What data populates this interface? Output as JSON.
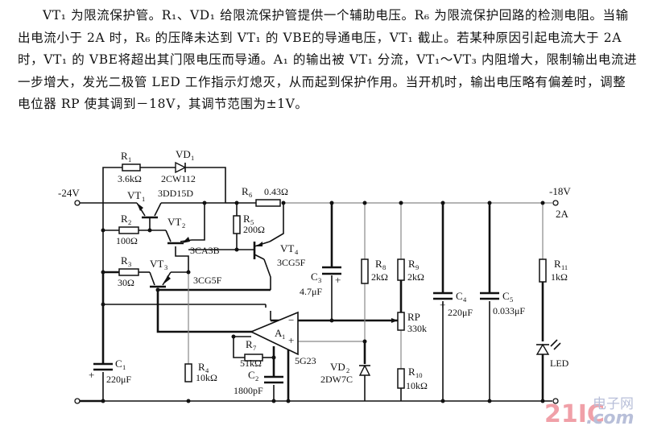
{
  "description": {
    "lines": [
      "VT₁ 为限流保护管。R₁、VD₁ 给限流保护管提供一个辅助电压。R₆ 为限流保护回路的检测电阻。当输出电流小于 2A 时，R₆ 的压降未达到 VT₁ 的 VBE的导通电压，VT₁ 截止。若某种原因引起电流大于 2A 时，VT₁ 的 VBE将超出其门限电压而导通。A₁ 的输出被 VT₁ 分流，VT₁～VT₃ 内阻增大，限制输出电流进一步增大，发光二极管 LED 工作指示灯熄灭，从而起到保护作用。当开机时，输出电压略有偏差时，调整电位器 RP 使其调到－18V，其调节范围为±1V。"
    ]
  },
  "terminals": {
    "input": "-24V",
    "output": "-18V",
    "output_current": "2A"
  },
  "components": {
    "R1": {
      "name": "R",
      "sub": "1",
      "value": "3.6kΩ"
    },
    "VD1": {
      "name": "VD",
      "sub": "1",
      "value": "2CW112"
    },
    "VT1": {
      "name": "VT",
      "sub": "1",
      "value": "3DD15D"
    },
    "R2": {
      "name": "R",
      "sub": "2",
      "value": "100Ω"
    },
    "VT2": {
      "name": "VT",
      "sub": "2",
      "value": "3CA3B"
    },
    "R3": {
      "name": "R",
      "sub": "3",
      "value": "30Ω"
    },
    "VT3": {
      "name": "VT",
      "sub": "3",
      "value": "3CG5F"
    },
    "R6": {
      "name": "R",
      "sub": "6",
      "value": "0.43Ω"
    },
    "R5": {
      "name": "R",
      "sub": "5",
      "value": "200Ω"
    },
    "VT4": {
      "name": "VT",
      "sub": "4",
      "value": "3CG5F"
    },
    "C3": {
      "name": "C",
      "sub": "3",
      "value": "4.7μF"
    },
    "R8": {
      "name": "R",
      "sub": "8",
      "value": "2kΩ"
    },
    "R9": {
      "name": "R",
      "sub": "9",
      "value": "2kΩ"
    },
    "RP": {
      "name": "RP",
      "sub": "",
      "value": "330k"
    },
    "R10": {
      "name": "R",
      "sub": "10",
      "value": "10kΩ"
    },
    "C4": {
      "name": "C",
      "sub": "4",
      "value": "220μF"
    },
    "C5": {
      "name": "C",
      "sub": "5",
      "value": "0.033μF"
    },
    "R11": {
      "name": "R",
      "sub": "11",
      "value": "1kΩ"
    },
    "LED": {
      "name": "LED",
      "sub": "",
      "value": ""
    },
    "A1": {
      "name": "A",
      "sub": "1",
      "value": "5G23",
      "minus": "−",
      "plus": "+"
    },
    "R7": {
      "name": "R",
      "sub": "7",
      "value": "51kΩ"
    },
    "C2": {
      "name": "C",
      "sub": "2",
      "value": "1800pF"
    },
    "VD2": {
      "name": "VD",
      "sub": "2",
      "value": "2DW7C"
    },
    "R4": {
      "name": "R",
      "sub": "4",
      "value": "10kΩ"
    },
    "C1": {
      "name": "C",
      "sub": "1",
      "value": "220μF"
    }
  },
  "polarity": {
    "plus": "+"
  },
  "watermark": {
    "brand": "21IC",
    "cn": "电子网",
    "domain": ".com"
  }
}
